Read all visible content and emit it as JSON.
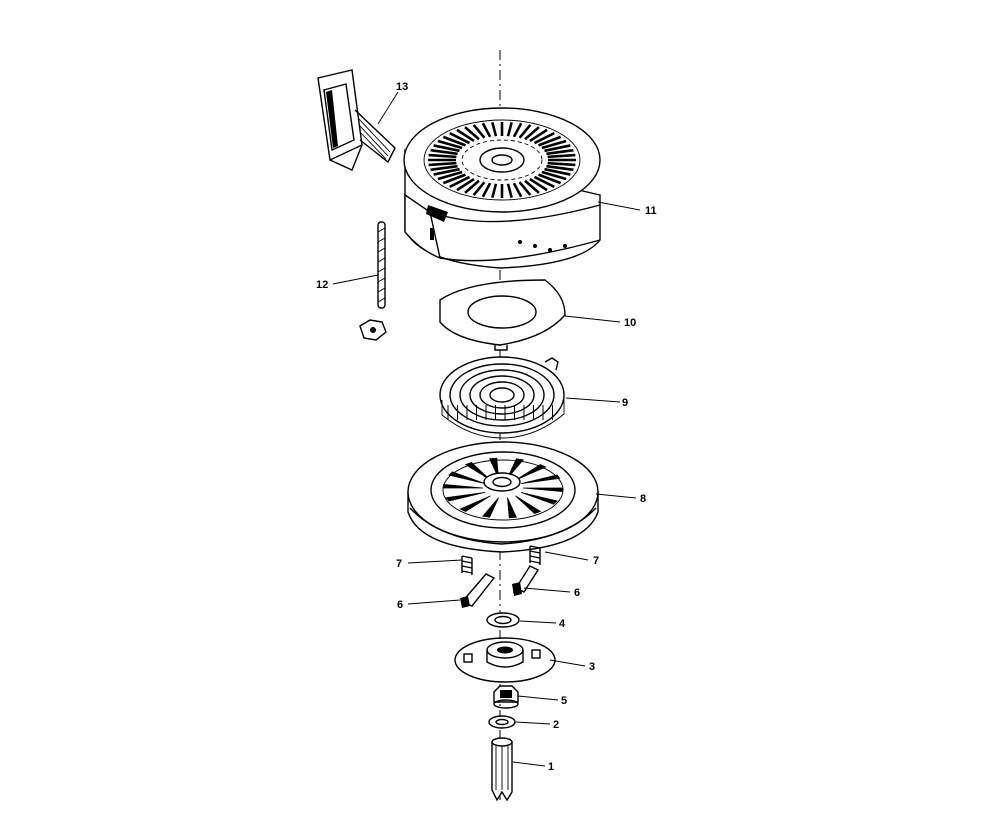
{
  "callouts": {
    "p1": "1",
    "p2": "2",
    "p3": "3",
    "p4": "4",
    "p5": "5",
    "p6a": "6",
    "p6b": "6",
    "p7a": "7",
    "p7b": "7",
    "p8": "8",
    "p9": "9",
    "p10": "10",
    "p11": "11",
    "p12": "12",
    "p13": "13"
  }
}
